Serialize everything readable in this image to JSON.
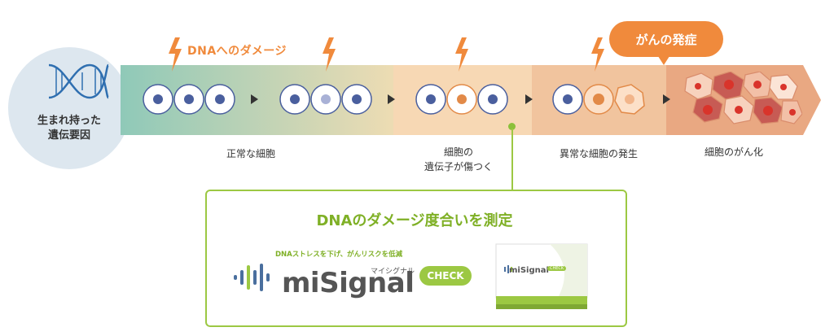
{
  "genetic_factor": {
    "label": "生まれ持った\n遺伝要因"
  },
  "damage_label": "DNAへのダメージ",
  "cancer_onset": "がんの発症",
  "stages": [
    {
      "label": "正常な細胞"
    },
    {
      "label": "細胞の\n遺伝子が傷つく"
    },
    {
      "label": "異常な細胞の発生"
    },
    {
      "label": "細胞のがん化"
    }
  ],
  "measure": {
    "title": "DNAのダメージ度合いを測定",
    "tagline": "DNAストレスを下げ、がんリスクを低減",
    "brand": "miSignal",
    "brand_kana": "マイシグナル",
    "check": "CHECK"
  },
  "colors": {
    "accent_orange": "#f08a3c",
    "accent_green": "#9cc843",
    "cell_blue": "#4a5f9e"
  }
}
